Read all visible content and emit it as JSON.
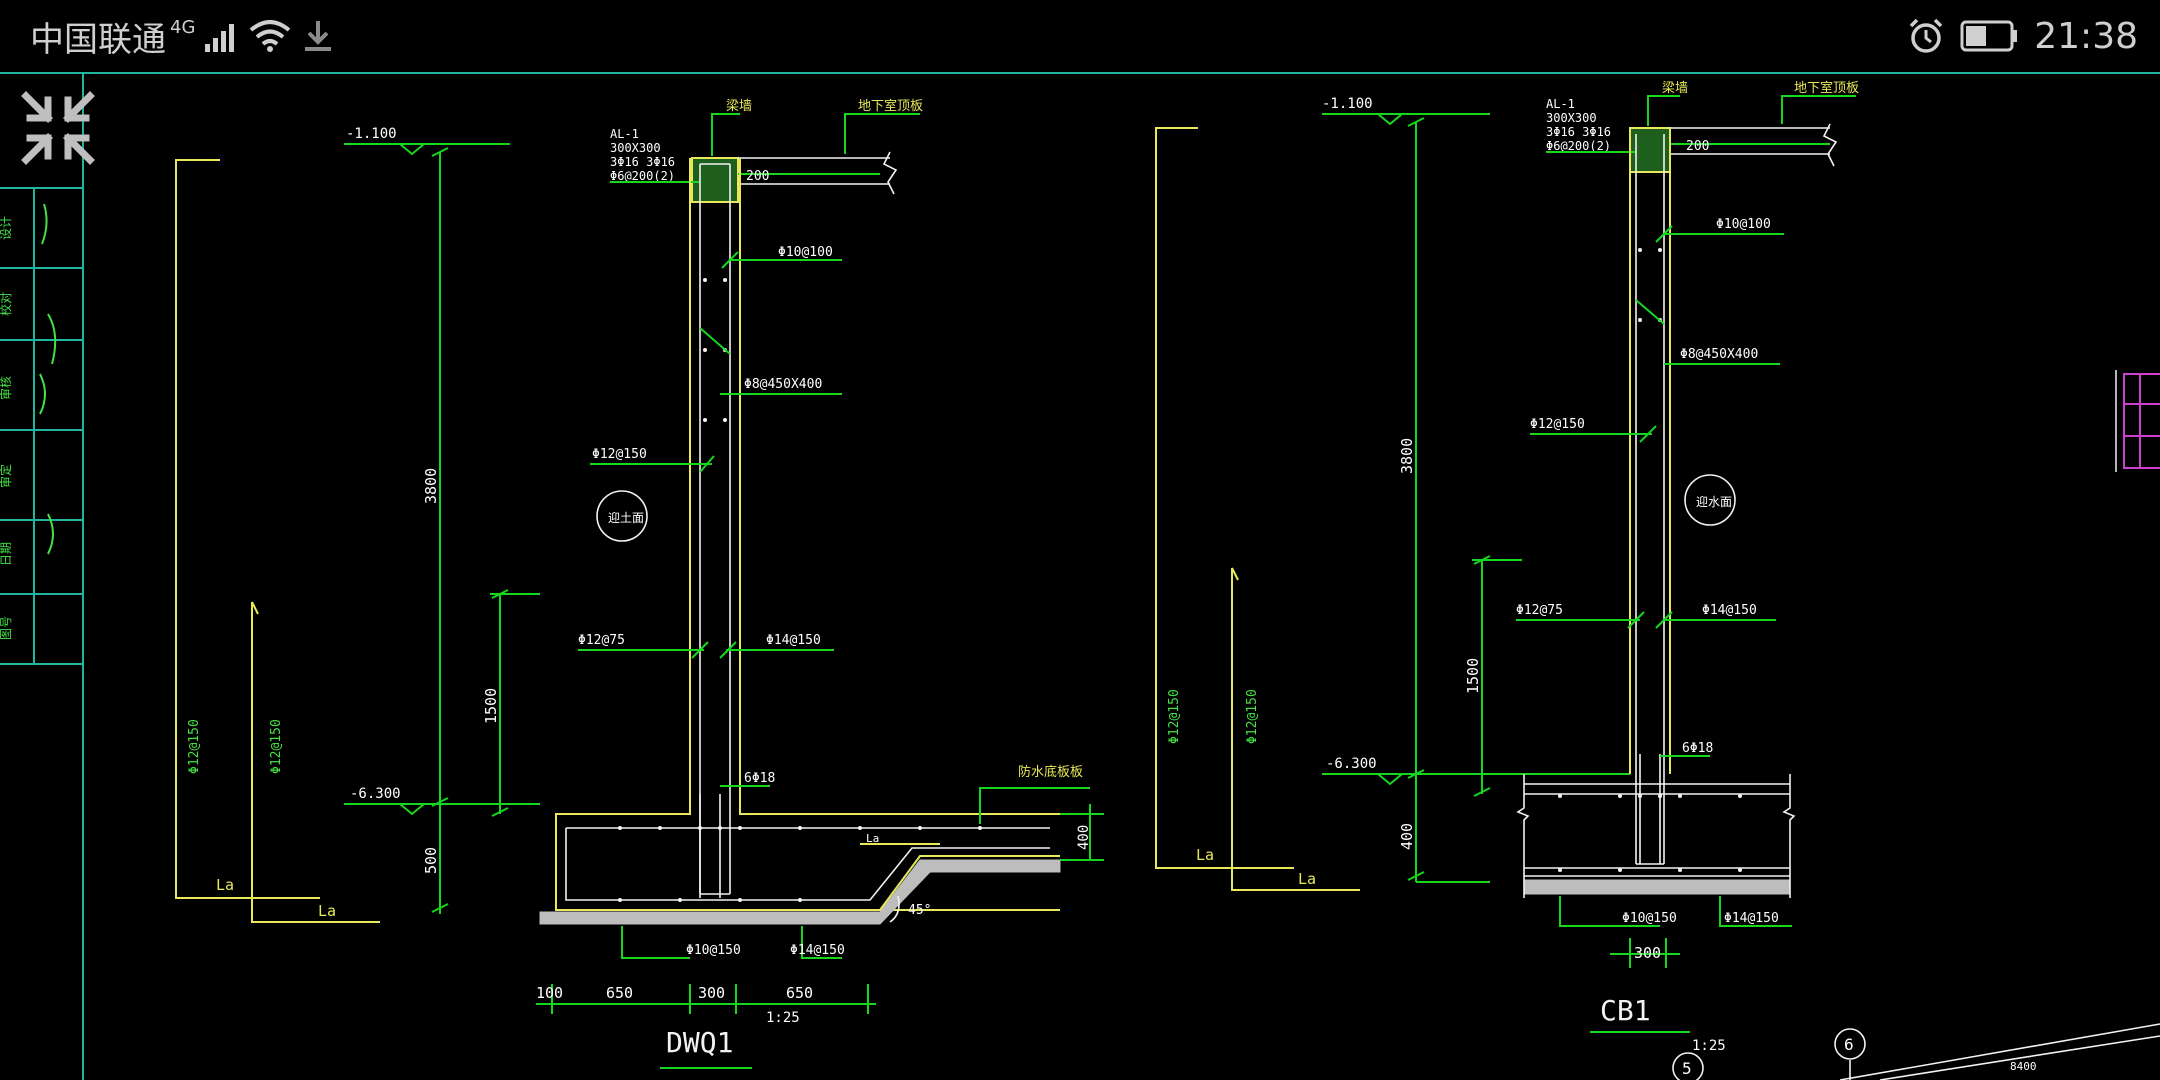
{
  "status_bar": {
    "carrier": "中国联通",
    "network": "4G",
    "time": "21:38"
  },
  "icons": {
    "signal": "signal-icon",
    "wifi": "wifi-icon",
    "download": "download-icon",
    "alarm": "alarm-icon",
    "battery": "battery-icon",
    "collapse": "collapse-arrows-icon"
  },
  "colors": {
    "background": "#000000",
    "frame": "#1fb59e",
    "dim_green": "#16d61e",
    "outline_yellow": "#e8e85a",
    "line_white": "#f2f2f2",
    "hatch_gray": "#bdbdbd"
  },
  "dwq1": {
    "el_top": "-1.100",
    "el_bottom": "-6.300",
    "dim_3800": "3800",
    "dim_1500": "1500",
    "dim_500": "500",
    "dim_400": "400",
    "beam_name": "AL-1",
    "beam_size": "300X300",
    "beam_bars": "3Φ16 3Φ16",
    "beam_stirrup": "Φ6@200(2)",
    "dim_200": "200",
    "lbl_beam": "梁墙",
    "lbl_floor": "地下室顶板",
    "bar_10_100": "Φ10@100",
    "bar_8": "Φ8@450X400",
    "bar_12_150": "Φ12@150",
    "bar_12_75": "Φ12@75",
    "bar_14_150": "Φ14@150",
    "bar_6_18": "6Φ18",
    "waterproof": "防水底板板",
    "circle_label": "迎土面",
    "bar_10_150": "Φ10@150",
    "bar_14_150b": "Φ14@150",
    "angle": "45°",
    "la1": "La",
    "la2": "La",
    "la3": "La",
    "vert_12_150a": "Φ12@150",
    "vert_12_150b": "Φ12@150",
    "d100": "100",
    "d650a": "650",
    "d300": "300",
    "d650b": "650",
    "title": "DWQ1",
    "scale": "1:25"
  },
  "cb1": {
    "el_top": "-1.100",
    "el_bottom": "-6.300",
    "dim_3800": "3800",
    "dim_1500": "1500",
    "dim_400": "400",
    "beam_name": "AL-1",
    "beam_size": "300X300",
    "beam_bars": "3Φ16 3Φ16",
    "beam_stirrup": "Φ6@200(2)",
    "dim_200": "200",
    "lbl_beam": "梁墙",
    "lbl_floor": "地下室顶板",
    "bar_10_100": "Φ10@100",
    "bar_8": "Φ8@450X400",
    "bar_12_150": "Φ12@150",
    "bar_12_75": "Φ12@75",
    "bar_14_150": "Φ14@150",
    "bar_6_18": "6Φ18",
    "circle_label": "迎水面",
    "bar_10_150": "Φ10@150",
    "bar_14_150b": "Φ14@150",
    "la1": "La",
    "la2": "La",
    "vert_12_150a": "Φ12@150",
    "vert_12_150b": "Φ12@150",
    "d300": "300",
    "title": "CB1",
    "scale": "1:25"
  },
  "grid": {
    "axis5": "5",
    "axis6": "6",
    "dim_8400": "8400"
  },
  "sidebar": {
    "t1": "设计",
    "t2": "校对",
    "t3": "审核",
    "t4": "审定",
    "t5": "日期",
    "t6": "图号"
  }
}
